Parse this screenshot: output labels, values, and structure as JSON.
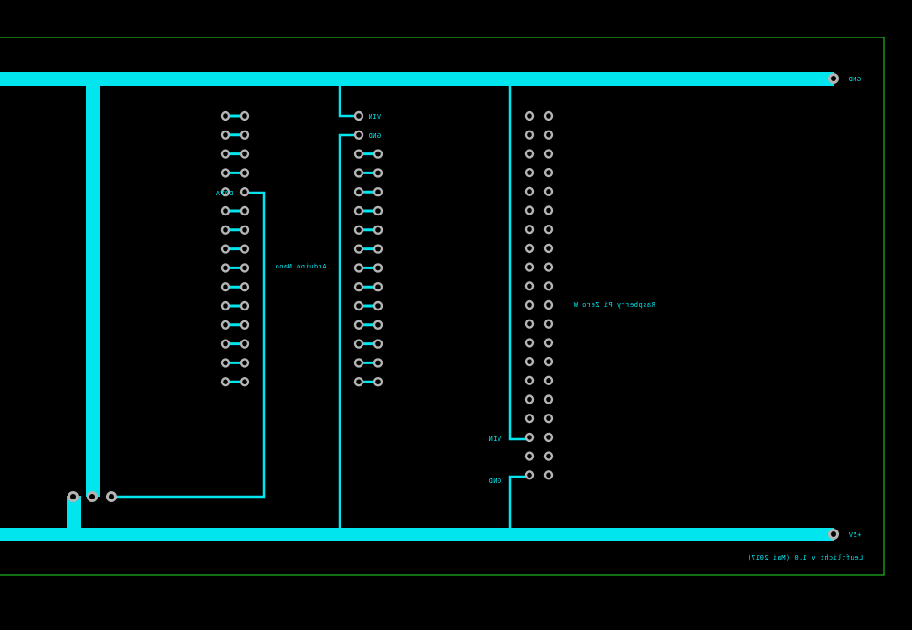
{
  "colors": {
    "background": "#000000",
    "board_outline": "#22dd22",
    "copper": "#00e5ee",
    "pad_ring": "#b4b4b4",
    "pad_hole": "#000000"
  },
  "board": {
    "net_gnd_label": "GND",
    "net_5v_label": "+5V",
    "version_label": "Leuftlicht v 1.0 (Mai 2017)"
  },
  "arduino": {
    "title": "Arduino Nano",
    "pin_vin": "VIN",
    "pin_gnd": "GND",
    "pin_data": "DATA"
  },
  "raspberry": {
    "title": "Raspberry Pi Zero W",
    "pin_vin": "VIN",
    "pin_gnd": "GND"
  }
}
